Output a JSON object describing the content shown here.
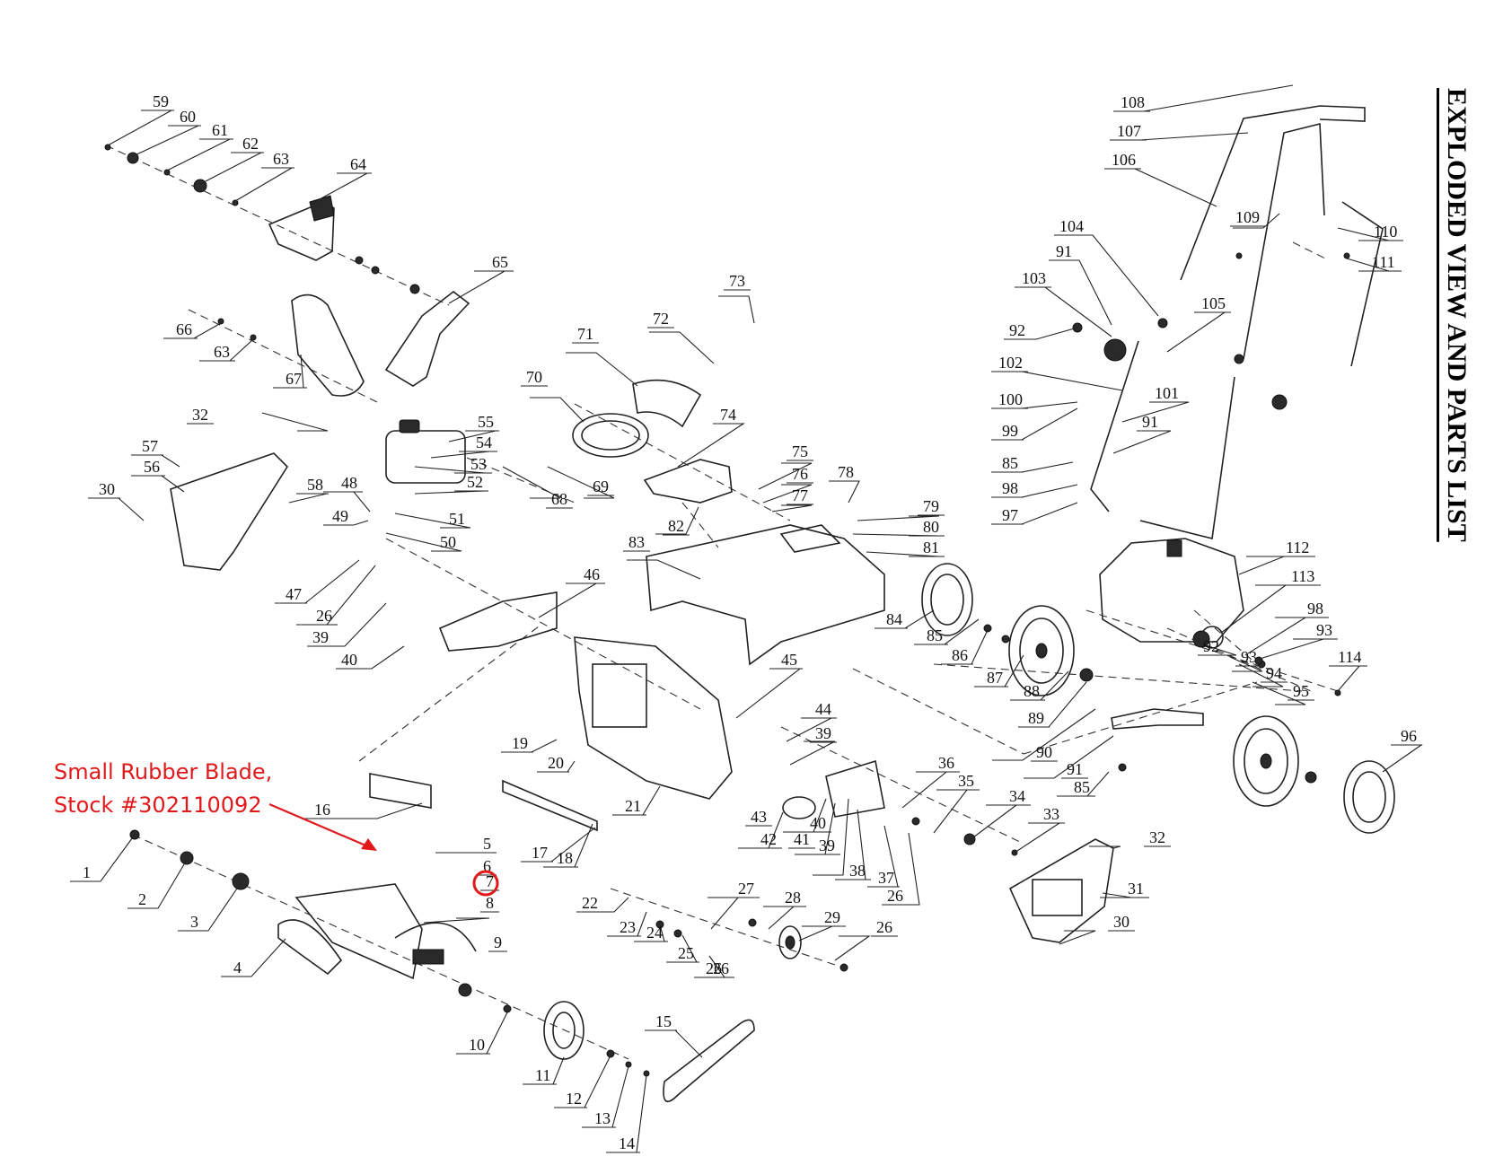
{
  "title": "EXPLODED VIEW AND PARTS LIST",
  "callout": {
    "line1": "Small Rubber Blade,",
    "line2": "Stock #302110092",
    "highlighted_part": "7",
    "color": "#e1191b"
  },
  "part_numbers": [
    "1",
    "2",
    "3",
    "4",
    "5",
    "6",
    "7",
    "8",
    "9",
    "10",
    "11",
    "12",
    "13",
    "14",
    "15",
    "16",
    "17",
    "18",
    "19",
    "20",
    "21",
    "22",
    "23",
    "24",
    "25",
    "26",
    "27",
    "28",
    "29",
    "30",
    "31",
    "32",
    "33",
    "34",
    "35",
    "36",
    "37",
    "38",
    "39",
    "40",
    "41",
    "42",
    "43",
    "44",
    "45",
    "46",
    "47",
    "48",
    "49",
    "50",
    "51",
    "52",
    "53",
    "54",
    "55",
    "56",
    "57",
    "58",
    "59",
    "60",
    "61",
    "62",
    "63",
    "64",
    "65",
    "66",
    "67",
    "68",
    "69",
    "70",
    "71",
    "72",
    "73",
    "74",
    "75",
    "76",
    "77",
    "78",
    "79",
    "80",
    "81",
    "82",
    "83",
    "84",
    "85",
    "86",
    "87",
    "88",
    "89",
    "90",
    "91",
    "92",
    "93",
    "94",
    "95",
    "96",
    "97",
    "98",
    "99",
    "100",
    "101",
    "102",
    "103",
    "104",
    "105",
    "106",
    "107",
    "108",
    "109",
    "110",
    "111",
    "112",
    "113",
    "114"
  ]
}
